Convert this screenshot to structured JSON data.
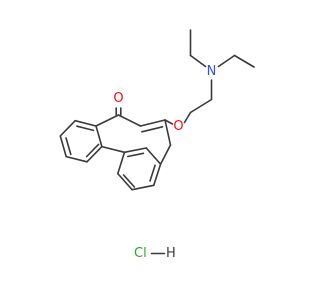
{
  "molecule": {
    "atoms": {
      "oxygen_carbonyl": "O",
      "oxygen_ether": "O",
      "nitrogen": "N"
    },
    "salt": {
      "chlorine": "Cl",
      "hydrogen": "H"
    }
  },
  "colors": {
    "bond": "#3a3a3a",
    "oxygen": "#ff0d0d",
    "nitrogen": "#3050f8",
    "chlorine": "#1fb01f",
    "hydrogen": "#3a3a3a"
  }
}
